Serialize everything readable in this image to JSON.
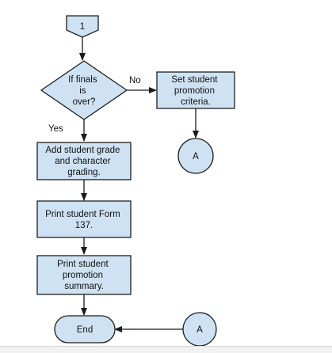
{
  "diagram": {
    "nodes": {
      "start_connector": {
        "label": "1"
      },
      "decision_finals": {
        "lines": [
          "If finals",
          "is",
          "over?"
        ]
      },
      "set_criteria": {
        "lines": [
          "Set student",
          "promotion",
          "criteria."
        ]
      },
      "connector_a_upper": {
        "label": "A"
      },
      "add_grade": {
        "lines": [
          "Add student grade",
          "and character",
          "grading."
        ]
      },
      "print_form": {
        "lines": [
          "Print student Form",
          "137."
        ]
      },
      "print_summary": {
        "lines": [
          "Print student",
          "promotion",
          "summary."
        ]
      },
      "end_terminal": {
        "label": "End"
      },
      "connector_a_lower": {
        "label": "A"
      }
    },
    "edges": {
      "no_label": "No",
      "yes_label": "Yes"
    },
    "colors": {
      "node_fill": "#cfe2f3",
      "node_stroke": "#1f1f1f"
    }
  }
}
